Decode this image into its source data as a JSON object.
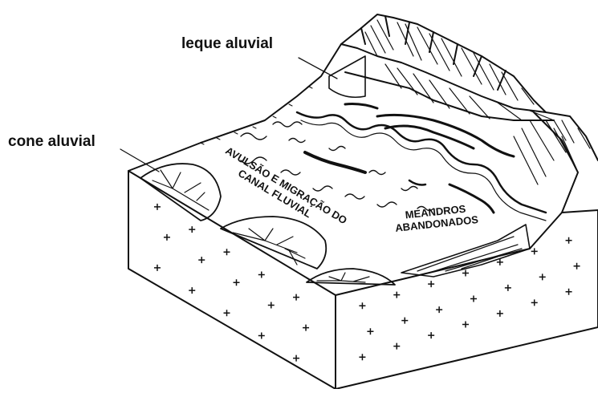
{
  "labels": {
    "leque": "leque aluvial",
    "cone": "cone aluvial",
    "avulsao_line1": "AVULSÃO E MIGRAÇÃO DO",
    "avulsao_line2": "CANAL FLUVIAL",
    "meandros_line1": "MEANDROS",
    "meandros_line2": "ABANDONADOS"
  },
  "colors": {
    "ink": "#111111",
    "paper": "#ffffff"
  }
}
